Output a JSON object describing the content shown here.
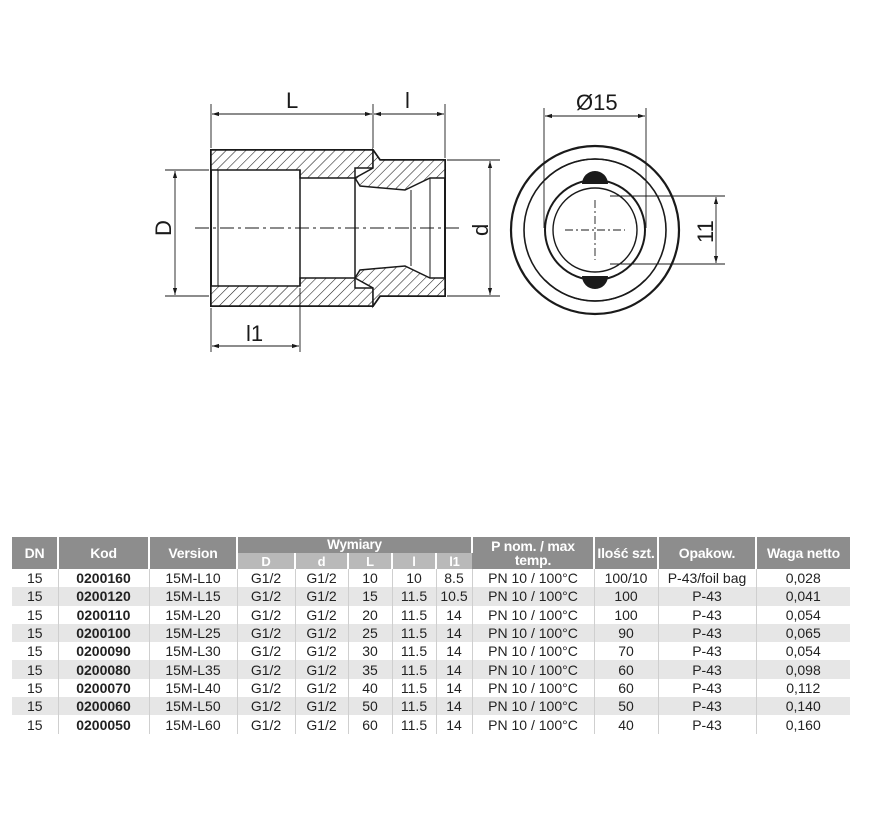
{
  "drawing": {
    "labels": {
      "L": "L",
      "l": "l",
      "D": "D",
      "d": "d",
      "l1": "l1",
      "dia": "Ø15",
      "w": "11"
    }
  },
  "table": {
    "headers": {
      "dn": "DN",
      "kod": "Kod",
      "version": "Version",
      "wymiary": "Wymiary",
      "sub": [
        "D",
        "d",
        "L",
        "l",
        "l1"
      ],
      "pnom": "P nom. / max temp.",
      "ilosc": "Ilość szt.",
      "opakow": "Opakow.",
      "waga": "Waga netto"
    },
    "rows": [
      [
        "15",
        "0200160",
        "15M-L10",
        "G1/2",
        "G1/2",
        "10",
        "10",
        "8.5",
        "PN 10 / 100°C",
        "100/10",
        "P-43/foil bag",
        "0,028"
      ],
      [
        "15",
        "0200120",
        "15M-L15",
        "G1/2",
        "G1/2",
        "15",
        "11.5",
        "10.5",
        "PN 10 / 100°C",
        "100",
        "P-43",
        "0,041"
      ],
      [
        "15",
        "0200110",
        "15M-L20",
        "G1/2",
        "G1/2",
        "20",
        "11.5",
        "14",
        "PN 10 / 100°C",
        "100",
        "P-43",
        "0,054"
      ],
      [
        "15",
        "0200100",
        "15M-L25",
        "G1/2",
        "G1/2",
        "25",
        "11.5",
        "14",
        "PN 10 / 100°C",
        "90",
        "P-43",
        "0,065"
      ],
      [
        "15",
        "0200090",
        "15M-L30",
        "G1/2",
        "G1/2",
        "30",
        "11.5",
        "14",
        "PN 10 / 100°C",
        "70",
        "P-43",
        "0,054"
      ],
      [
        "15",
        "0200080",
        "15M-L35",
        "G1/2",
        "G1/2",
        "35",
        "11.5",
        "14",
        "PN 10 / 100°C",
        "60",
        "P-43",
        "0,098"
      ],
      [
        "15",
        "0200070",
        "15M-L40",
        "G1/2",
        "G1/2",
        "40",
        "11.5",
        "14",
        "PN 10 / 100°C",
        "60",
        "P-43",
        "0,112"
      ],
      [
        "15",
        "0200060",
        "15M-L50",
        "G1/2",
        "G1/2",
        "50",
        "11.5",
        "14",
        "PN 10 / 100°C",
        "50",
        "P-43",
        "0,140"
      ],
      [
        "15",
        "0200050",
        "15M-L60",
        "G1/2",
        "G1/2",
        "60",
        "11.5",
        "14",
        "PN 10 / 100°C",
        "40",
        "P-43",
        "0,160"
      ]
    ]
  }
}
